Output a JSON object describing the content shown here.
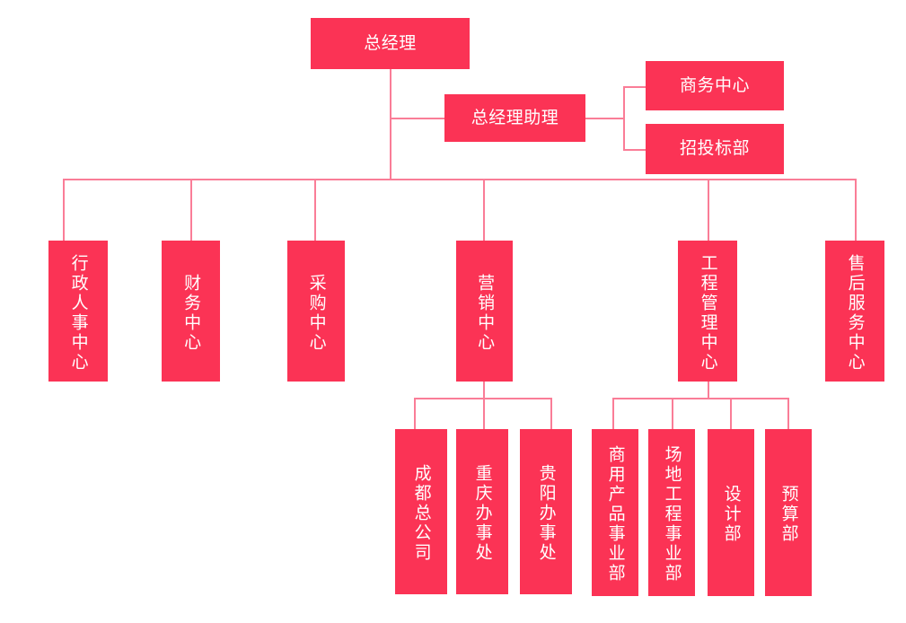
{
  "chart_data": {
    "type": "diagram",
    "diagram_kind": "organizational-chart",
    "title": "",
    "colors": {
      "node_fill": "#fb3355",
      "node_text": "#ffffff",
      "connector": "#fa7d97",
      "background": "#ffffff"
    },
    "orientation": "top-down",
    "levels": 4
  },
  "org": {
    "root": {
      "id": "general-manager",
      "label": "总经理",
      "orientation": "horizontal"
    },
    "assistant": {
      "id": "gm-assistant",
      "label": "总经理助理",
      "orientation": "horizontal"
    },
    "assistant_children": [
      {
        "id": "business-center",
        "label": "商务中心",
        "orientation": "horizontal"
      },
      {
        "id": "bidding-department",
        "label": "招投标部",
        "orientation": "horizontal"
      }
    ],
    "departments": [
      {
        "id": "admin-hr-center",
        "label": "行政人事中心",
        "orientation": "vertical"
      },
      {
        "id": "finance-center",
        "label": "财务中心",
        "orientation": "vertical"
      },
      {
        "id": "procurement-center",
        "label": "采购中心",
        "orientation": "vertical"
      },
      {
        "id": "marketing-center",
        "label": "营销中心",
        "orientation": "vertical"
      },
      {
        "id": "engineering-management-center",
        "label": "工程管理中心",
        "orientation": "vertical"
      },
      {
        "id": "aftersales-service-center",
        "label": "售后服务中心",
        "orientation": "vertical"
      }
    ],
    "marketing_children": [
      {
        "id": "chengdu-head-office",
        "label": "成都总公司",
        "orientation": "vertical"
      },
      {
        "id": "chongqing-office",
        "label": "重庆办事处",
        "orientation": "vertical"
      },
      {
        "id": "guiyang-office",
        "label": "贵阳办事处",
        "orientation": "vertical"
      }
    ],
    "engineering_children": [
      {
        "id": "commercial-product-division",
        "label": "商用产品事业部",
        "orientation": "vertical"
      },
      {
        "id": "site-engineering-division",
        "label": "场地工程事业部",
        "orientation": "vertical"
      },
      {
        "id": "design-department",
        "label": "设计部",
        "orientation": "vertical"
      },
      {
        "id": "budget-department",
        "label": "预算部",
        "orientation": "vertical"
      }
    ]
  }
}
